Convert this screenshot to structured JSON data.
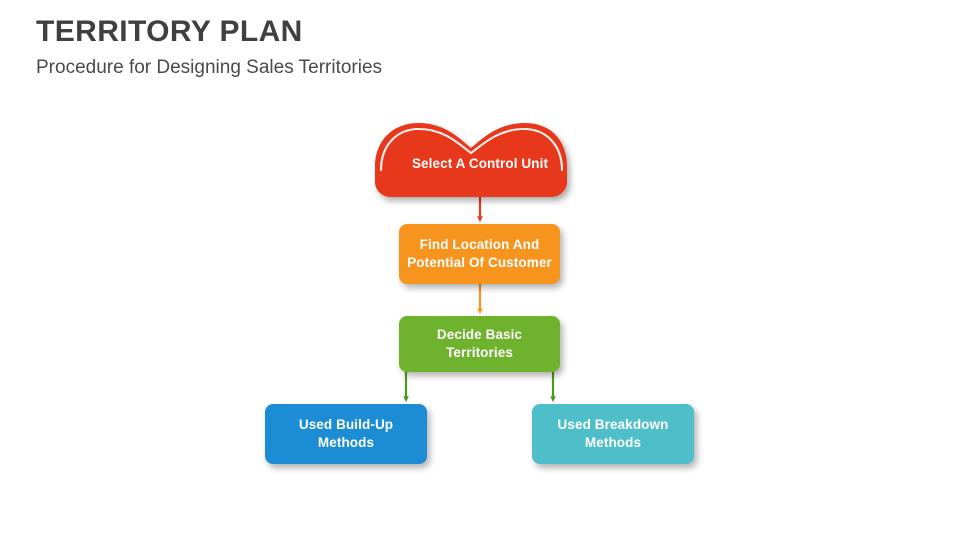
{
  "header": {
    "title": "TERRITORY PLAN",
    "subtitle": "Procedure for Designing Sales Territories"
  },
  "diagram": {
    "type": "flowchart",
    "nodes": [
      {
        "id": "control-unit",
        "label": "Select A Control Unit",
        "shape": "cloud",
        "color": "#e8391b",
        "level": 1
      },
      {
        "id": "find-location",
        "label": "Find Location And Potential Of Customer",
        "line1": "Find Location And",
        "line2": "Potential Of Customer",
        "shape": "rounded-rect",
        "color": "#f7941e",
        "level": 2
      },
      {
        "id": "decide-territories",
        "label": "Decide Basic Territories",
        "shape": "rounded-rect",
        "color": "#6eb22e",
        "level": 3
      },
      {
        "id": "build-up",
        "label": "Used Build-Up Methods",
        "line1": "Used Build-Up",
        "line2": "Methods",
        "shape": "rounded-rect",
        "color": "#1c8dd4",
        "level": 4
      },
      {
        "id": "breakdown",
        "label": "Used Breakdown Methods",
        "line1": "Used Breakdown",
        "line2": "Methods",
        "shape": "rounded-rect",
        "color": "#4ebfc8",
        "level": 4
      }
    ],
    "connectors": [
      {
        "from": "control-unit",
        "to": "find-location",
        "color": "#e8391b",
        "direction": "down"
      },
      {
        "from": "find-location",
        "to": "decide-territories",
        "color": "#f7941e",
        "direction": "down"
      },
      {
        "from": "decide-territories",
        "to": "build-up",
        "color": "#4e9a1f",
        "direction": "down"
      },
      {
        "from": "decide-territories",
        "to": "breakdown",
        "color": "#4e9a1f",
        "direction": "down"
      }
    ]
  },
  "colors": {
    "title": "#404040",
    "subtitle": "#4a4a4a",
    "background": "#ffffff",
    "red": "#e8391b",
    "orange": "#f7941e",
    "green": "#6eb22e",
    "blue": "#1c8dd4",
    "teal": "#4ebfc8",
    "arrow_green": "#4e9a1f"
  }
}
